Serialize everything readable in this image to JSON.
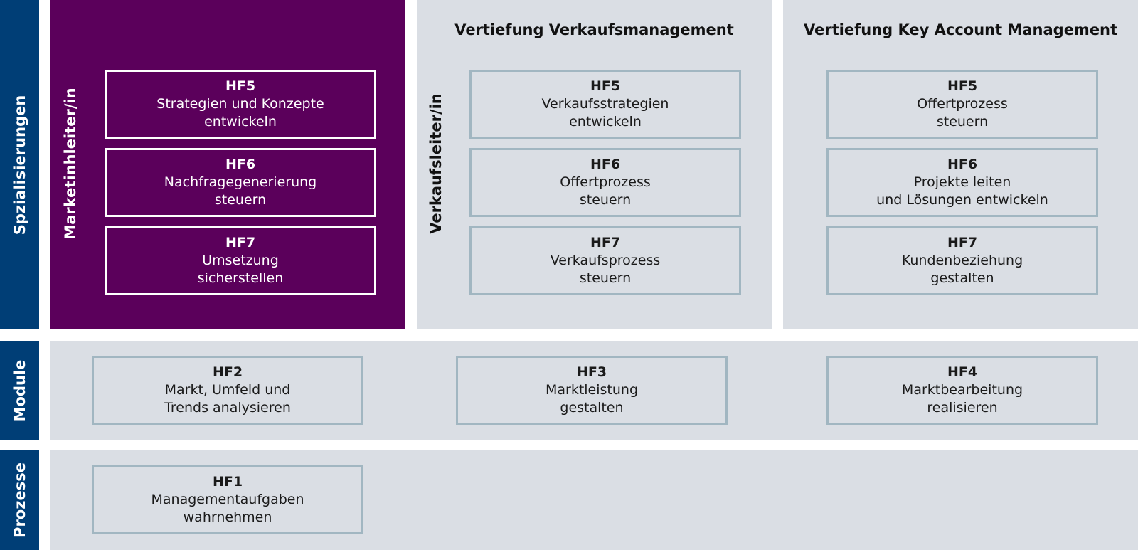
{
  "rows": {
    "spezialisierungen": "Spzialisierungen",
    "module": "Module",
    "prozesse": "Prozesse"
  },
  "colors": {
    "row_label": "#003e76",
    "marketing_panel": "#5b005b",
    "grey_panel": "#dadee4",
    "box_border": "#a1b6c1"
  },
  "marketing": {
    "role": "Marketinhleiter/in",
    "boxes": [
      {
        "code": "HF5",
        "line1": "Strategien und Konzepte",
        "line2": "entwickeln"
      },
      {
        "code": "HF6",
        "line1": "Nachfragegenerierung",
        "line2": "steuern"
      },
      {
        "code": "HF7",
        "line1": "Umsetzung",
        "line2": "sicherstellen"
      }
    ]
  },
  "verkauf": {
    "title": "Vertiefung Verkaufsmanagement",
    "role": "Verkaufsleiter/in",
    "boxes": [
      {
        "code": "HF5",
        "line1": "Verkaufsstrategien",
        "line2": "entwickeln"
      },
      {
        "code": "HF6",
        "line1": "Offertprozess",
        "line2": "steuern"
      },
      {
        "code": "HF7",
        "line1": "Verkaufsprozess",
        "line2": "steuern"
      }
    ]
  },
  "kam": {
    "title": "Vertiefung Key Account Management",
    "boxes": [
      {
        "code": "HF5",
        "line1": "Offertprozess",
        "line2": "steuern"
      },
      {
        "code": "HF6",
        "line1": "Projekte leiten",
        "line2": "und Lösungen entwickeln"
      },
      {
        "code": "HF7",
        "line1": "Kundenbeziehung",
        "line2": "gestalten"
      }
    ]
  },
  "module": {
    "boxes": [
      {
        "code": "HF2",
        "line1": "Markt, Umfeld und",
        "line2": "Trends analysieren"
      },
      {
        "code": "HF3",
        "line1": "Marktleistung",
        "line2": "gestalten"
      },
      {
        "code": "HF4",
        "line1": "Marktbearbeitung",
        "line2": "realisieren"
      }
    ]
  },
  "prozesse": {
    "boxes": [
      {
        "code": "HF1",
        "line1": "Managementaufgaben",
        "line2": "wahrnehmen"
      }
    ]
  }
}
